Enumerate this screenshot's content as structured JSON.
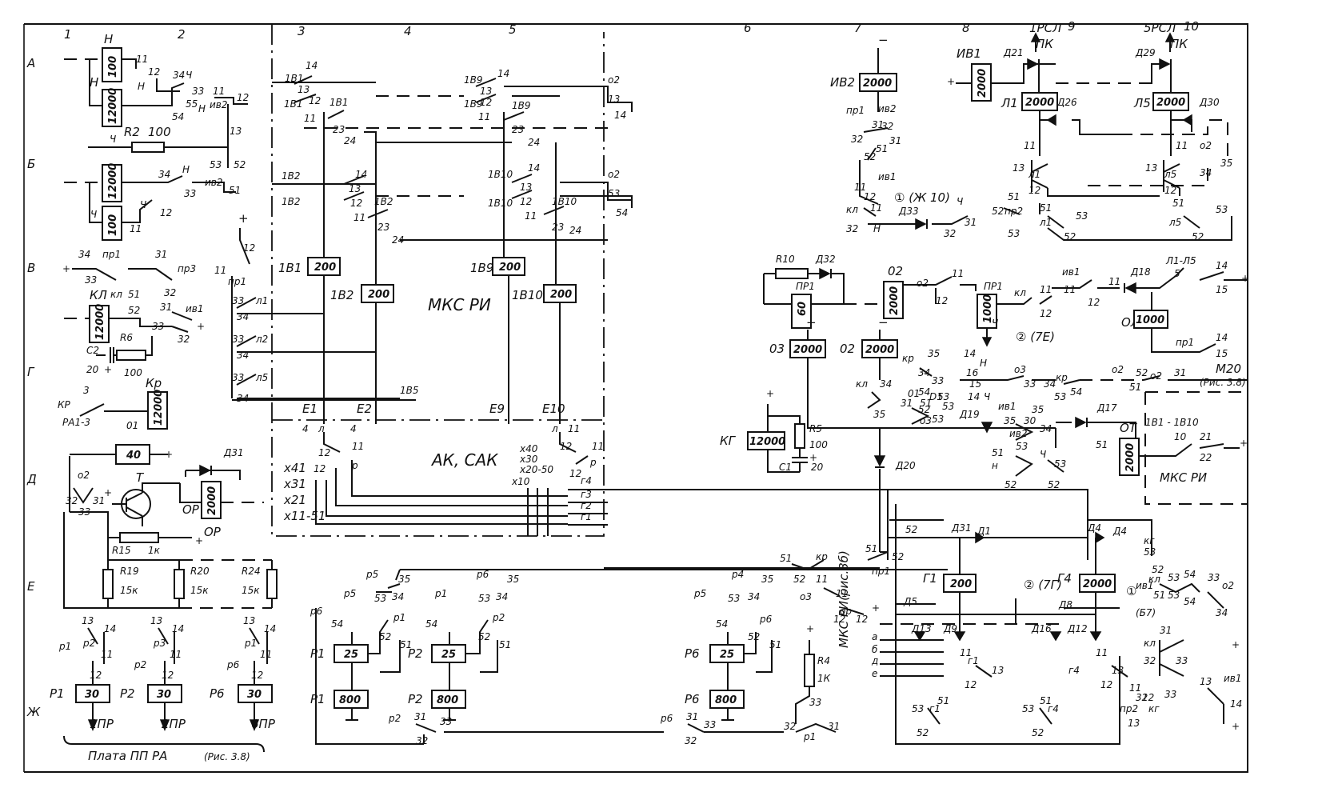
{
  "columns": [
    "1",
    "2",
    "3",
    "4",
    "5",
    "6",
    "7",
    "8",
    "9",
    "10"
  ],
  "rows": [
    "А",
    "Б",
    "В",
    "Г",
    "Д",
    "Е",
    "Ж"
  ],
  "bus_labels": {
    "top_right_1": "1РСЛ",
    "top_right_2": "5РСЛ",
    "pk_1": "ПК",
    "pk_2": "ПК"
  },
  "coils": [
    {
      "id": "H1",
      "name": "Н",
      "value": "100"
    },
    {
      "id": "H2",
      "name": "Н",
      "value": "12000"
    },
    {
      "id": "CH1",
      "name": "Ч",
      "value": "12000"
    },
    {
      "id": "CH2",
      "name": "Ч",
      "value": "100"
    },
    {
      "id": "KL",
      "name": "КЛ",
      "value": "12000"
    },
    {
      "id": "KR",
      "name": "Кр",
      "value": "12000"
    },
    {
      "id": "O1",
      "name": "01",
      "value": "40"
    },
    {
      "id": "OR",
      "name": "ОР",
      "value": "2000"
    },
    {
      "id": "1V1",
      "name": "1В1",
      "value": "200"
    },
    {
      "id": "1V2",
      "name": "1В2",
      "value": "200"
    },
    {
      "id": "1V9",
      "name": "1В9",
      "value": "200"
    },
    {
      "id": "1V10",
      "name": "1В10",
      "value": "200"
    },
    {
      "id": "IV2",
      "name": "ИВ2",
      "value": "2000"
    },
    {
      "id": "IV1",
      "name": "ИВ1",
      "value": "2000"
    },
    {
      "id": "L1",
      "name": "Л1",
      "value": "2000"
    },
    {
      "id": "L5",
      "name": "Л5",
      "value": "2000"
    },
    {
      "id": "PR1",
      "name": "ПР1",
      "value": "60"
    },
    {
      "id": "O2",
      "name": "02",
      "value": "2000"
    },
    {
      "id": "PR1b",
      "name": "ПР1",
      "value": "1000"
    },
    {
      "id": "OL",
      "name": "ОЛ",
      "value": "1000"
    },
    {
      "id": "O3",
      "name": "03",
      "value": "2000"
    },
    {
      "id": "O2b",
      "name": "02",
      "value": "2000"
    },
    {
      "id": "KG",
      "name": "КГ",
      "value": "12000"
    },
    {
      "id": "OT",
      "name": "ОТ",
      "value": "2000"
    },
    {
      "id": "G1",
      "name": "Г1",
      "value": "200"
    },
    {
      "id": "G4",
      "name": "Г4",
      "value": "2000"
    },
    {
      "id": "P1a",
      "name": "Р1",
      "value": "25"
    },
    {
      "id": "P1b",
      "name": "Р1",
      "value": "800"
    },
    {
      "id": "P2a",
      "name": "Р2",
      "value": "25"
    },
    {
      "id": "P2b",
      "name": "Р2",
      "value": "800"
    },
    {
      "id": "P6a",
      "name": "Р6",
      "value": "25"
    },
    {
      "id": "P6b",
      "name": "Р6",
      "value": "800"
    },
    {
      "id": "P1c",
      "name": "Р1",
      "value": "30"
    },
    {
      "id": "P2c",
      "name": "Р2",
      "value": "30"
    },
    {
      "id": "P6c",
      "name": "Р6",
      "value": "30"
    }
  ],
  "resistors": [
    {
      "name": "R2",
      "value": "100"
    },
    {
      "name": "R6",
      "value": "100"
    },
    {
      "name": "R15",
      "value": "1к"
    },
    {
      "name": "R19",
      "value": "15к"
    },
    {
      "name": "R20",
      "value": "15к"
    },
    {
      "name": "R24",
      "value": "15к"
    },
    {
      "name": "R10",
      "value": ""
    },
    {
      "name": "R5",
      "value": "100"
    },
    {
      "name": "R4",
      "value": "1К"
    }
  ],
  "capacitors": [
    {
      "name": "С2",
      "value": "20"
    },
    {
      "name": "С1",
      "value": "20"
    }
  ],
  "diodes": [
    "Д21",
    "Д29",
    "Д26",
    "Д30",
    "Д33",
    "Д32",
    "Д18",
    "Д31",
    "Д17",
    "Д19",
    "Д20",
    "Д1",
    "Д4",
    "Д5",
    "Д8",
    "Д13",
    "Д9",
    "Д16",
    "Д12"
  ],
  "blocks": {
    "mks_ri": "МКС РИ",
    "ak_sak": "АК, САК",
    "mks_ri_2": "МКС РИ",
    "mks_ri_vertical": "МКС РИ(рис.3б)",
    "board": "Плата  ПП РА",
    "board_ref": "(Рис. 3.8)",
    "ref_m20": "М20",
    "ref_fig": "(Рис. 3.8)",
    "range_1": "1В1 - 1В10",
    "range_2": "Л1-Л5"
  },
  "markers": {
    "m1": "① (Ж 10)",
    "m2": "② (7Е)",
    "m3": "② (7Г)",
    "m4": "(Б7)",
    "m5": "①"
  },
  "outputs": [
    "1ПР",
    "2ПР",
    "6ПР"
  ],
  "inputs_left": {
    "kr": "КР",
    "ra": "РА1-3",
    "num": "3"
  },
  "transistor": "Т",
  "multiplex": [
    "х41",
    "х31",
    "х21",
    "х11-51",
    "х40",
    "х30",
    "х20-50",
    "х10"
  ],
  "bus_e": [
    "Е1",
    "Е2",
    "Е9",
    "Е10",
    "1В5"
  ],
  "g_lines": [
    "г4",
    "г3",
    "г2",
    "г1"
  ],
  "mks_lines": [
    "а",
    "б",
    "д",
    "е"
  ]
}
